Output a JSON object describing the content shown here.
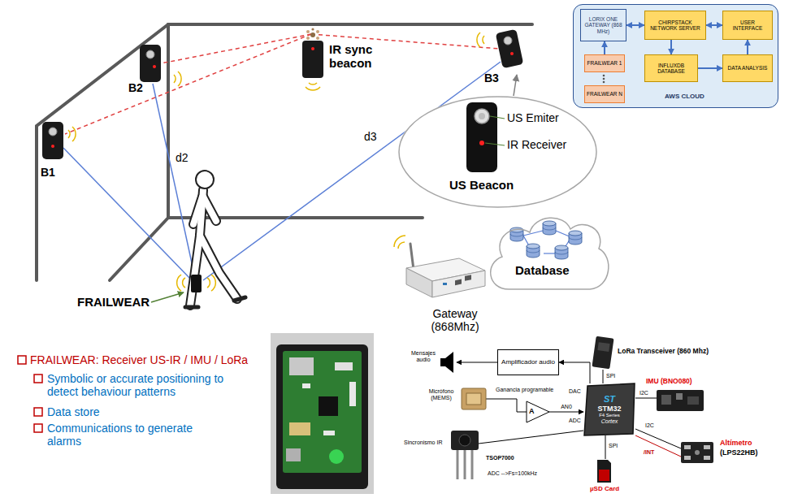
{
  "diagram": {
    "nodes": [
      {
        "text": [
          "AWS CLOUD"
        ]
      },
      {
        "text": [
          "LORIX ONE GATEWAY (868 MHz)"
        ],
        "in": 0
      },
      {
        "text": [
          "CHIRPSTACK NETWORK SERVER"
        ],
        "in": 0
      },
      {
        "text": [
          "USER INTERFACE"
        ],
        "in": 0
      },
      {
        "text": [
          "FRAILWEAR 1"
        ],
        "in": 0
      },
      {
        "text": [
          "INFLUXDB DATABASE"
        ],
        "in": 0
      },
      {
        "text": [
          "DATA ANALYSIS"
        ],
        "in": 0
      },
      {
        "text": [
          "FRAILWEAR N"
        ],
        "in": 0
      },
      {
        "text": [
          "US Emiter",
          "IR Receiver",
          "US Beacon"
        ]
      },
      {
        "text": [
          "Database"
        ]
      },
      {
        "text": [
          "Amplificador audio"
        ]
      },
      {
        "text": [
          "A"
        ]
      },
      {
        "text": [
          "ST",
          "STM32",
          "F4 Series",
          "Cortex"
        ]
      }
    ],
    "edges": [
      {
        "from": 4,
        "to": 1,
        "arrow": "to"
      },
      {
        "from": 1,
        "to": 2,
        "arrow": "both"
      },
      {
        "from": 2,
        "to": 3,
        "arrow": "both"
      },
      {
        "from": 2,
        "to": 5,
        "arrow": "to"
      },
      {
        "from": 5,
        "to": 6,
        "arrow": "to"
      },
      {
        "from": 6,
        "to": 3,
        "arrow": "to"
      },
      {
        "from": 12,
        "to": 10,
        "arrow": "to"
      },
      {
        "from": 11,
        "to": 12,
        "label": "AN0",
        "arrow": "to"
      }
    ],
    "labels": [
      "B1",
      "B2",
      "B3",
      "IR sync beacon",
      "d2",
      "d3",
      "FRAILWEAR",
      "Gateway (868Mhz)",
      "FRAILWEAR: Receiver US-IR / IMU / LoRa",
      "Symbolic or accurate positioning to detect behaviour patterns",
      "Data store",
      "Communications to generate alarms",
      "Mensajes audio",
      "LoRa Transceiver (860 Mhz)",
      "SPI",
      "DAC",
      "IMU (BNO080)",
      "I2C",
      "Micrófono (MEMS)",
      "Ganancia programable",
      "ADC",
      "Sincronismo IR",
      "TSOP7000",
      "ADC -->Fs=100kHz",
      "SPI",
      "µSD Card",
      "I2C",
      "/INT",
      "Altímetro",
      "(LPS22HB)"
    ]
  }
}
